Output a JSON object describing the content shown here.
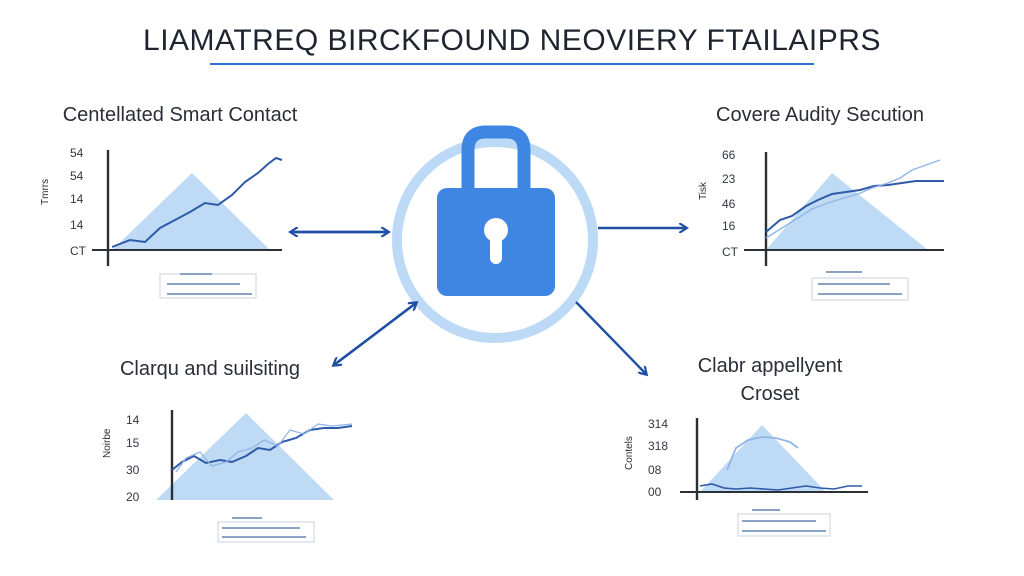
{
  "title": "LIAMATREQ BIRCKFOUND NEOVIERY FTAILAIPRS",
  "colors": {
    "accent": "#2e6fd1",
    "lock_body": "#3f86e3",
    "lock_ring": "#bcd9f5",
    "triangle_fill": "#b8d6f3",
    "line": "#2f5aa8",
    "arrow": "#1f4fa3"
  },
  "center": {
    "icon": "padlock-icon"
  },
  "panels": [
    {
      "id": "tl",
      "title": "Centellated Smart Contact",
      "ylabel": "Tmrrs",
      "yticks": [
        "54",
        "54",
        "14",
        "14",
        "CT"
      ]
    },
    {
      "id": "tr",
      "title": "Covere Audity Secution",
      "ylabel": "Tisk",
      "yticks": [
        "66",
        "23",
        "46",
        "16",
        "CT"
      ]
    },
    {
      "id": "bl",
      "title": "Clarqu and suilsiting",
      "ylabel": "Noirbe",
      "yticks": [
        "14",
        "15",
        "30",
        "20"
      ]
    },
    {
      "id": "br",
      "title": "Clabr appellyent Croset",
      "ylabel": "Contels",
      "yticks": [
        "314",
        "318",
        "08",
        "00"
      ]
    }
  ]
}
